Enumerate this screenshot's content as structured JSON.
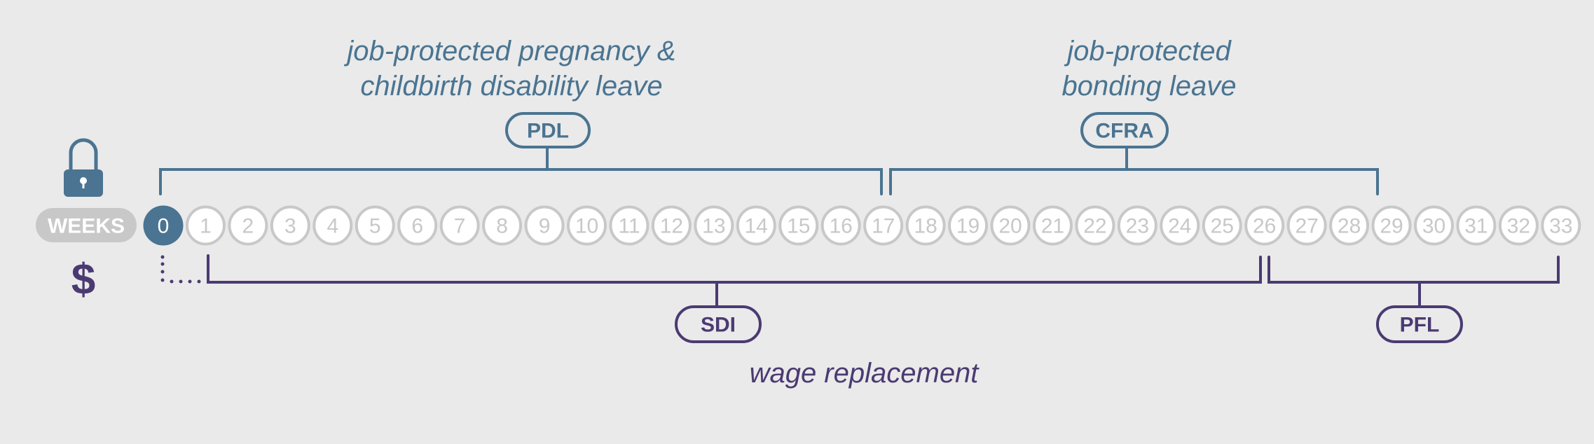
{
  "colors": {
    "protection": "#4a7491",
    "wage": "#4b3a72",
    "week_inactive": "#c8c8c8",
    "background": "#eaeaea"
  },
  "icons": {
    "lock": "lock-icon",
    "dollar": "$"
  },
  "weeks_label": "WEEKS",
  "weeks": [
    "0",
    "1",
    "2",
    "3",
    "4",
    "5",
    "6",
    "7",
    "8",
    "9",
    "10",
    "11",
    "12",
    "13",
    "14",
    "15",
    "16",
    "17",
    "18",
    "19",
    "20",
    "21",
    "22",
    "23",
    "24",
    "25",
    "26",
    "27",
    "28",
    "29",
    "30",
    "31",
    "32",
    "33"
  ],
  "highlighted_week": 0,
  "protection": {
    "pdl": {
      "title_line1": "job-protected pregnancy &",
      "title_line2": "childbirth disability leave",
      "label": "PDL",
      "from_week": 0,
      "to_week": 17
    },
    "cfra": {
      "title_line1": "job-protected",
      "title_line2": "bonding leave",
      "label": "CFRA",
      "from_week": 17,
      "to_week": 29
    }
  },
  "wage_replacement": {
    "title": "wage replacement",
    "sdi": {
      "label": "SDI",
      "from_week": 1,
      "to_week": 26
    },
    "pfl": {
      "label": "PFL",
      "from_week": 26,
      "to_week": 33
    }
  }
}
